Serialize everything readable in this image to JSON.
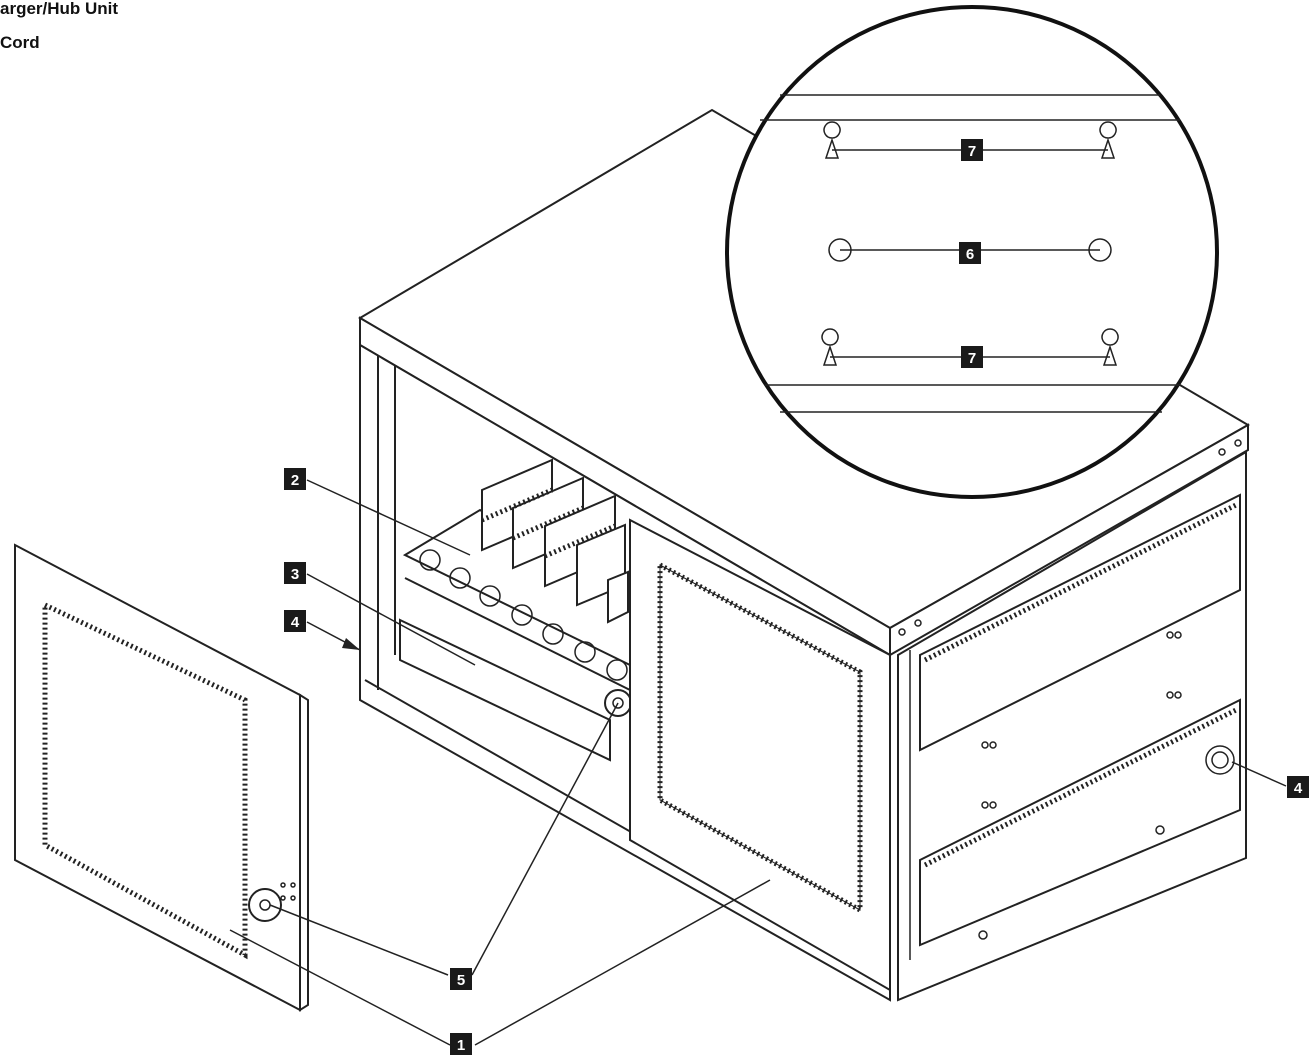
{
  "legend": {
    "items": [
      "",
      "arger/Hub Unit",
      "Cord"
    ]
  },
  "callouts": [
    {
      "id": "callout-1",
      "number": "1"
    },
    {
      "id": "callout-2",
      "number": "2"
    },
    {
      "id": "callout-3",
      "number": "3"
    },
    {
      "id": "callout-4-left",
      "number": "4"
    },
    {
      "id": "callout-4-right",
      "number": "4"
    },
    {
      "id": "callout-5",
      "number": "5"
    },
    {
      "id": "callout-6",
      "number": "6"
    },
    {
      "id": "callout-7-top",
      "number": "7"
    },
    {
      "id": "callout-7-bottom",
      "number": "7"
    }
  ],
  "colors": {
    "line": "#222222",
    "badge": "#1a1a1a",
    "background": "#ffffff"
  }
}
